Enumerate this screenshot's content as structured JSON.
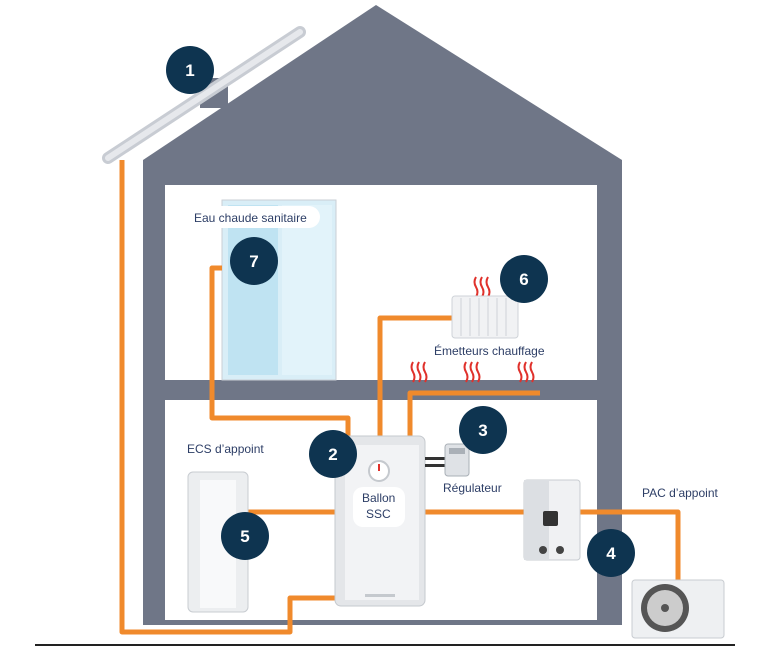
{
  "labels": {
    "eau_chaude": "Eau chaude sanitaire",
    "emetteurs": "Émetteurs chauffage",
    "ecs_appoint": "ECS d’appoint",
    "regulateur": "Régulateur",
    "ballon_line1": "Ballon",
    "ballon_line2": "SSC",
    "pac_appoint": "PAC d’appoint"
  },
  "markers": [
    "1",
    "2",
    "3",
    "4",
    "5",
    "6",
    "7"
  ],
  "colors": {
    "house": "#6f7687",
    "pipe": "#f08a2c",
    "marker": "#0e3450",
    "heat": "#e0312b"
  }
}
